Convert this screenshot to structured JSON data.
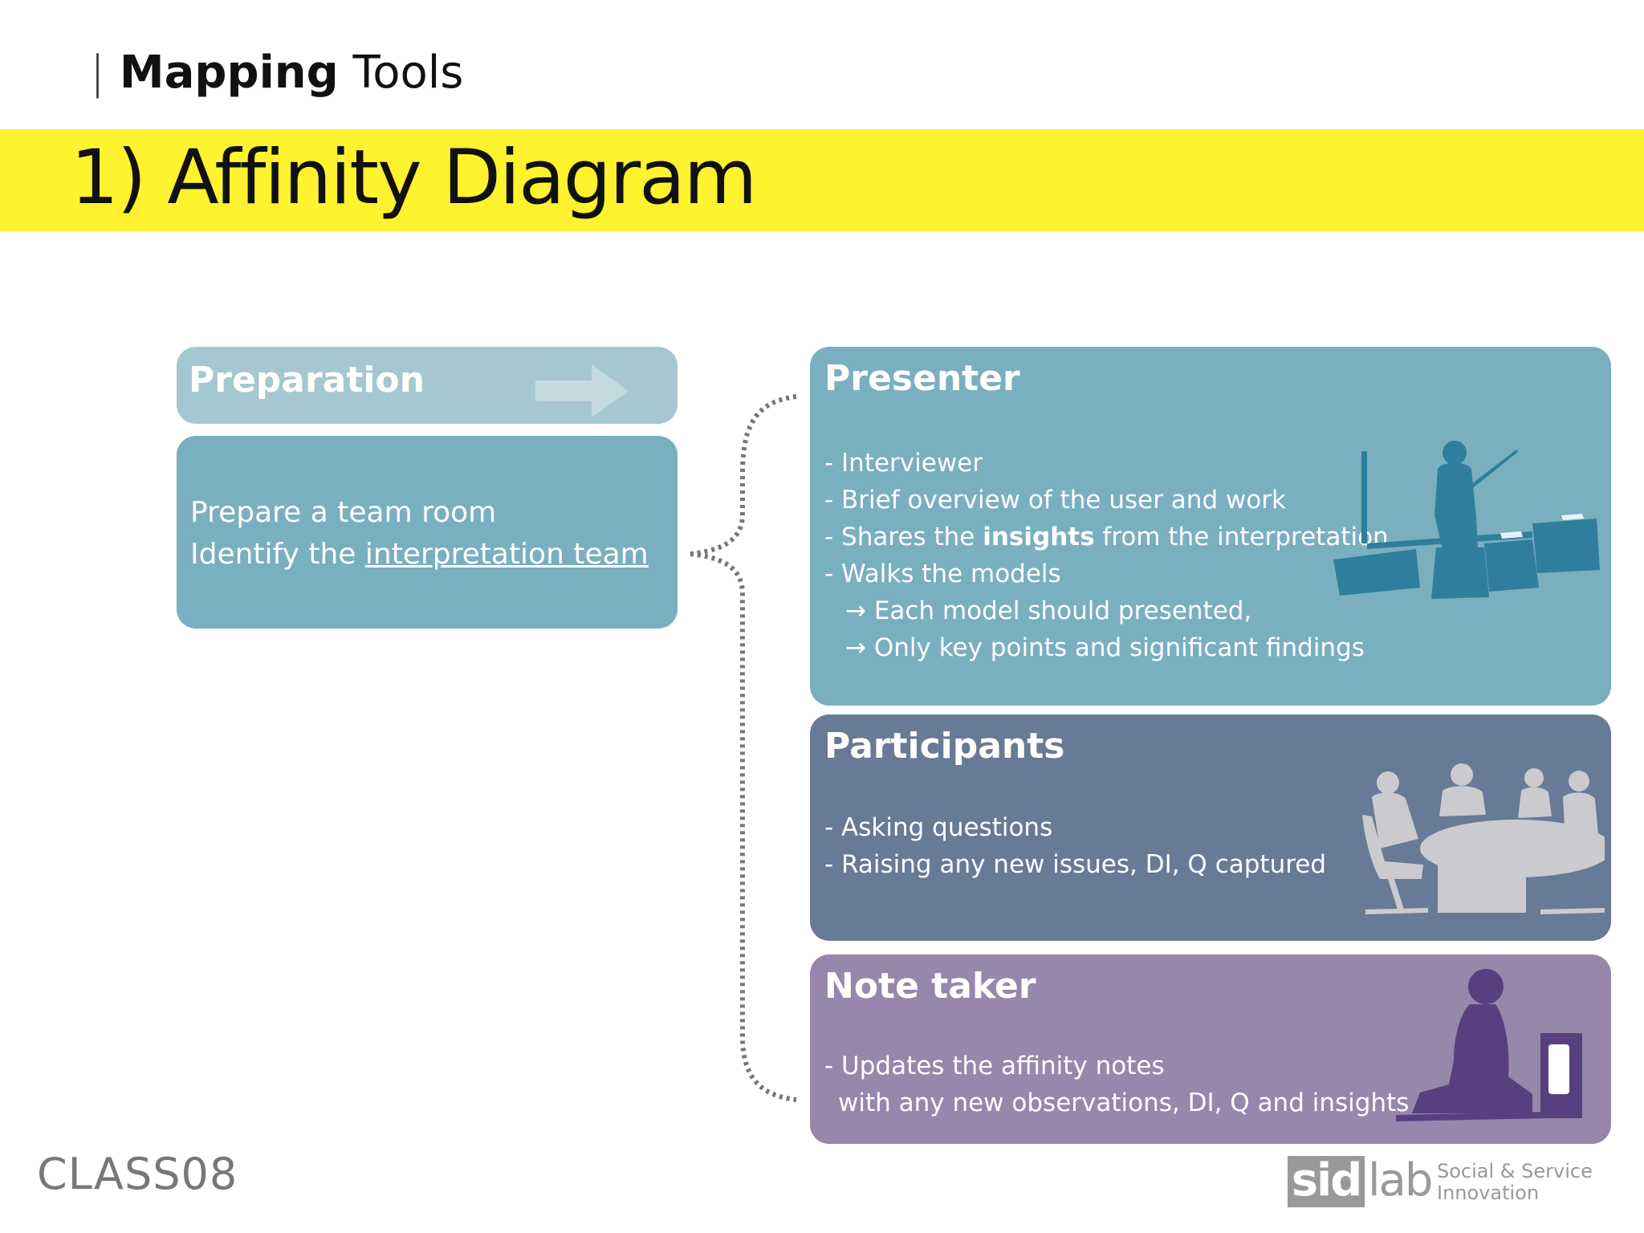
{
  "header": {
    "bold": "Mapping",
    "rest": "Tools"
  },
  "title": "1) Affinity Diagram",
  "preparation": {
    "heading": "Preparation",
    "line1": "Prepare a team room",
    "line2_prefix": "Identify the ",
    "line2_link": "interpretation team"
  },
  "presenter": {
    "heading": "Presenter",
    "items": [
      "- Interviewer",
      "- Brief overview of the user and work"
    ],
    "item3_prefix": "- Shares the ",
    "item3_bold": "insights",
    "item3_suffix": " from the interpretation",
    "item4": "- Walks the models",
    "sub1": "→ Each model should presented,",
    "sub2": "→ Only key points and significant findings"
  },
  "participants": {
    "heading": "Participants",
    "items": [
      "- Asking questions",
      "- Raising any new issues, DI, Q captured"
    ]
  },
  "notetaker": {
    "heading": "Note taker",
    "line1": "- Updates the affinity notes",
    "line2": "with any new observations, DI, Q and insights"
  },
  "footer": {
    "class_label": "CLASS08",
    "logo_sid": "sid",
    "logo_lab": "lab",
    "logo_tag1": "Social & Service",
    "logo_tag2": "Innovation"
  },
  "colors": {
    "title_bar": "#fff22e",
    "preparation_head": "#a5c7d1",
    "preparation_body": "#7aafc0",
    "presenter": "#7aafc0",
    "participants": "#677a96",
    "notetaker": "#9787ab"
  }
}
